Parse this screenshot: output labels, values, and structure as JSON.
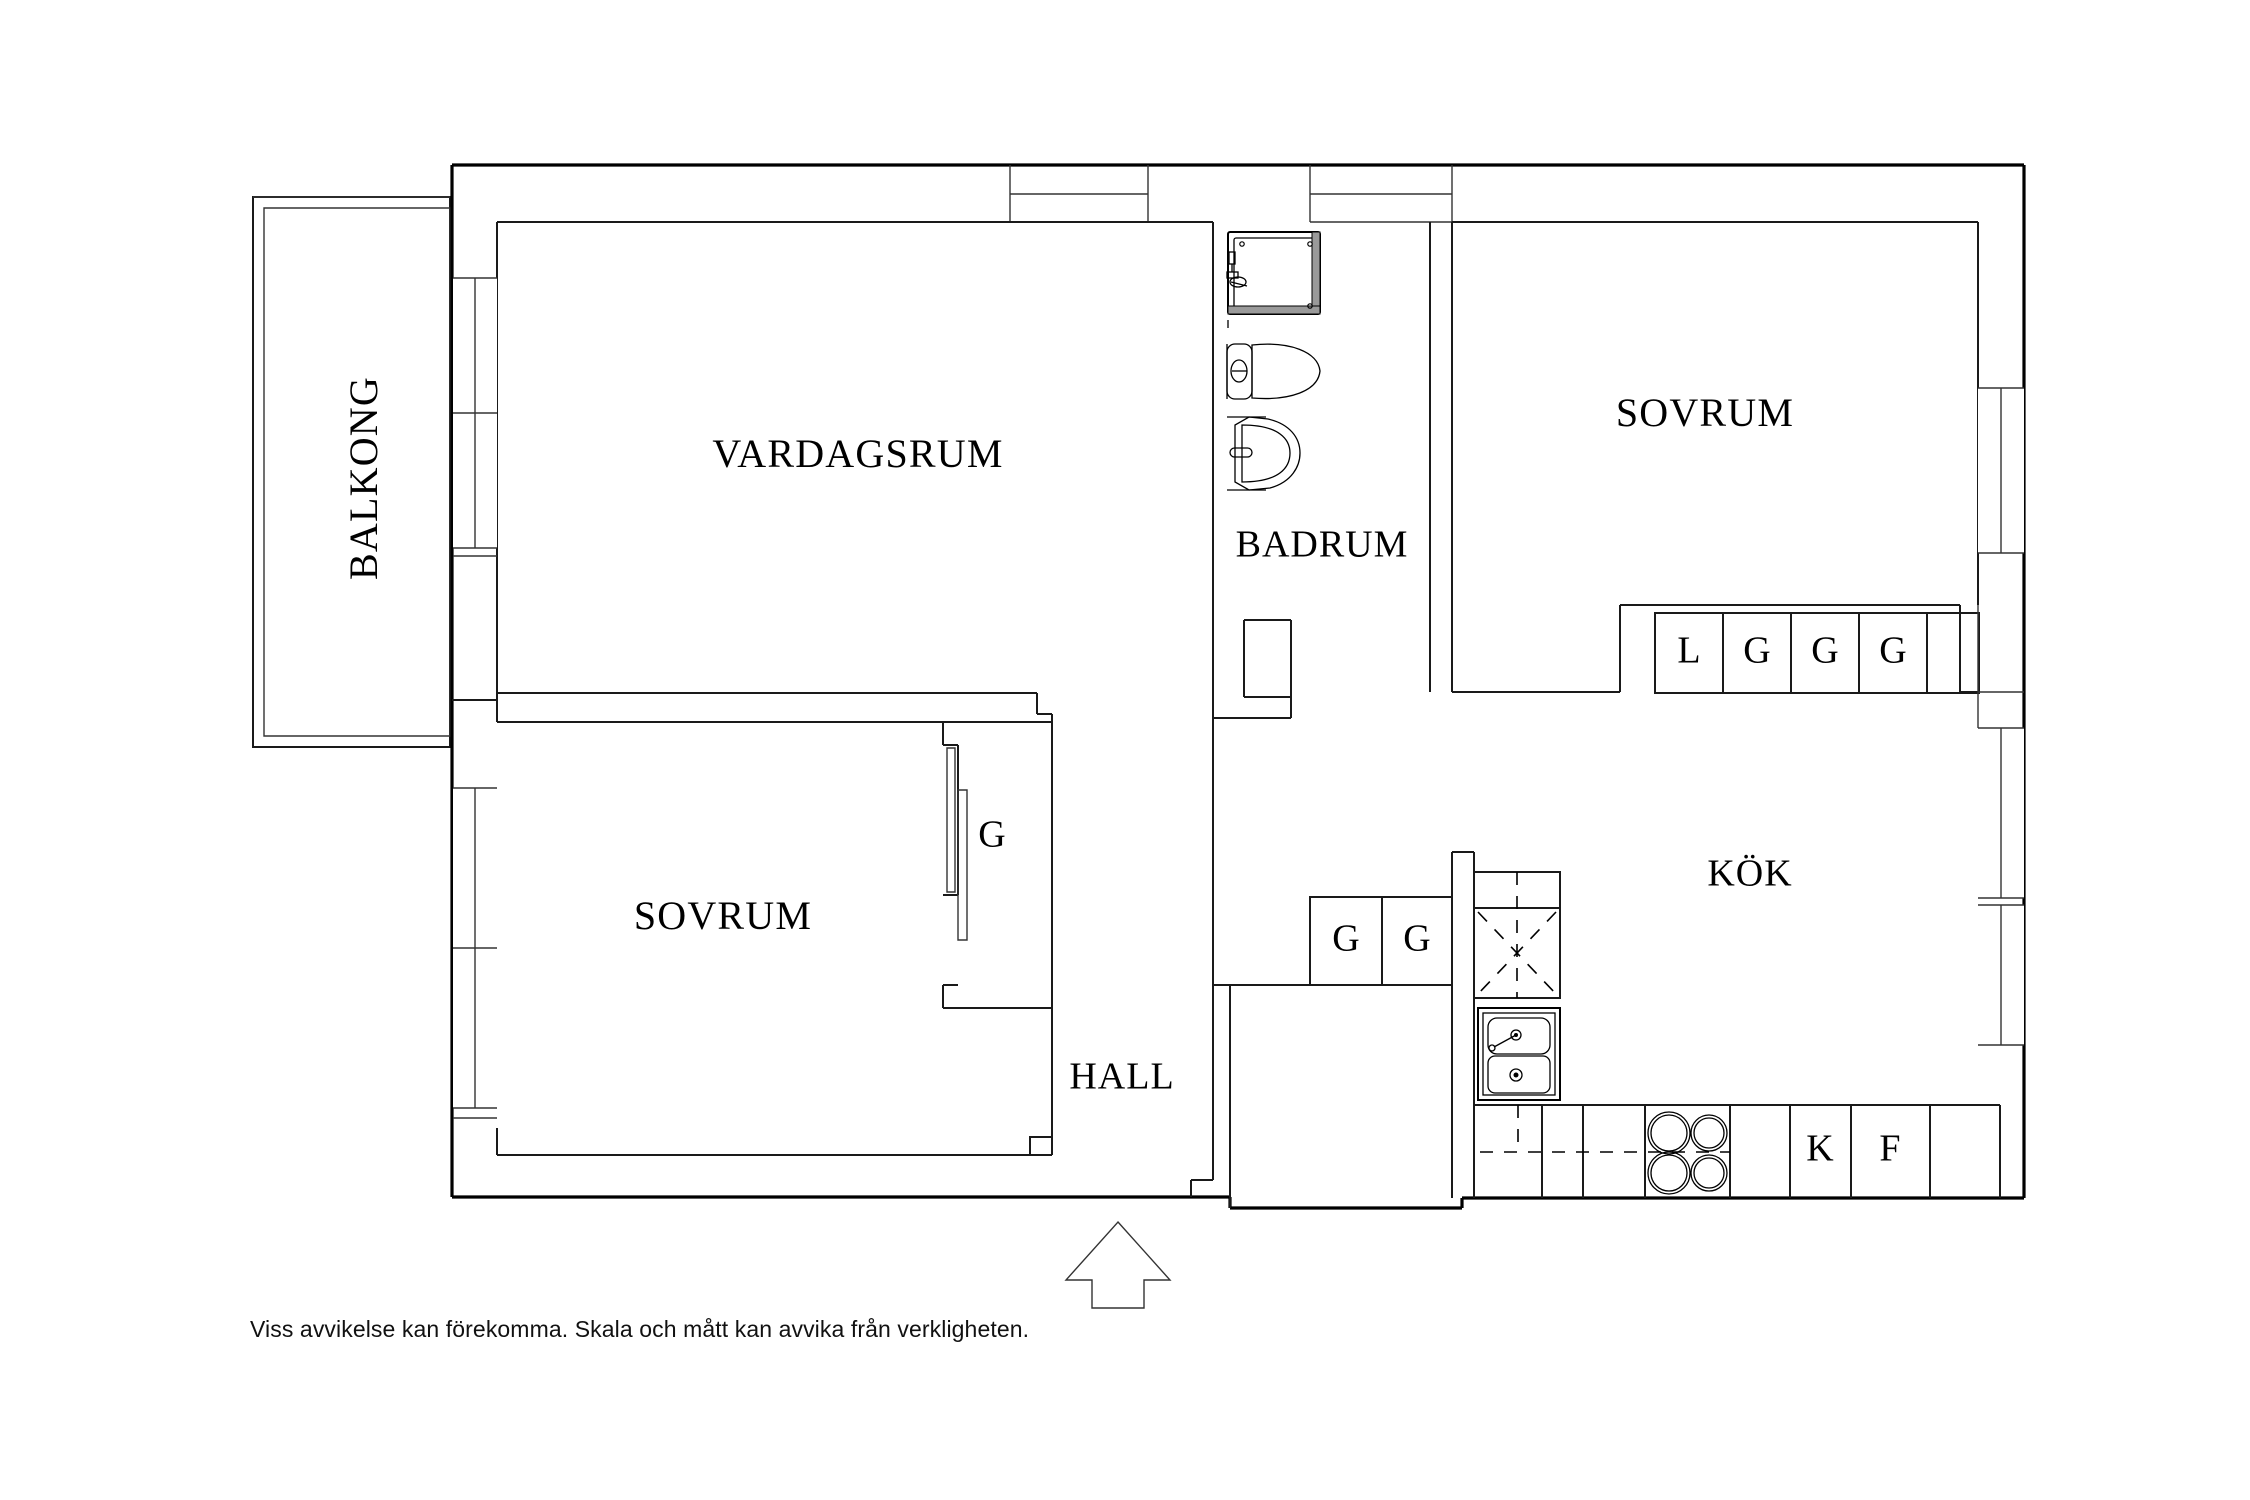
{
  "document": {
    "type": "floor-plan",
    "caption": "Viss avvikelse kan förekomma. Skala och mått kan avvika från verkligheten.",
    "background_color": "#ffffff",
    "line_color": "#000000"
  },
  "rooms": [
    {
      "id": "balkong",
      "label": "BALKONG",
      "orientation": "vertical"
    },
    {
      "id": "vardagsrum",
      "label": "VARDAGSRUM",
      "orientation": "horizontal"
    },
    {
      "id": "badrum",
      "label": "BADRUM",
      "orientation": "horizontal"
    },
    {
      "id": "sovrum-top",
      "label": "SOVRUM",
      "orientation": "horizontal"
    },
    {
      "id": "sovrum-bottom",
      "label": "SOVRUM",
      "orientation": "horizontal"
    },
    {
      "id": "kok",
      "label": "KÖK",
      "orientation": "horizontal"
    },
    {
      "id": "hall",
      "label": "HALL",
      "orientation": "horizontal"
    }
  ],
  "closets": {
    "sovrum_top_row": [
      {
        "label": "L"
      },
      {
        "label": "G"
      },
      {
        "label": "G"
      },
      {
        "label": "G"
      }
    ],
    "sovrum_bottom": [
      {
        "label": "G"
      }
    ],
    "hall_row": [
      {
        "label": "G"
      },
      {
        "label": "G"
      }
    ]
  },
  "kitchen_appliances": [
    {
      "label": "K",
      "name": "refrigerator"
    },
    {
      "label": "F",
      "name": "freezer"
    }
  ],
  "fixtures": [
    {
      "name": "shower-cabin",
      "room": "badrum"
    },
    {
      "name": "toilet",
      "room": "badrum"
    },
    {
      "name": "sink-basin",
      "room": "badrum"
    },
    {
      "name": "bathroom-cabinet",
      "room": "badrum"
    },
    {
      "name": "kitchen-sink",
      "room": "kok"
    },
    {
      "name": "stove-cooktop",
      "room": "kok"
    },
    {
      "name": "dishwasher",
      "room": "kok"
    }
  ],
  "entrance": {
    "name": "entrance-arrow",
    "direction": "up"
  }
}
